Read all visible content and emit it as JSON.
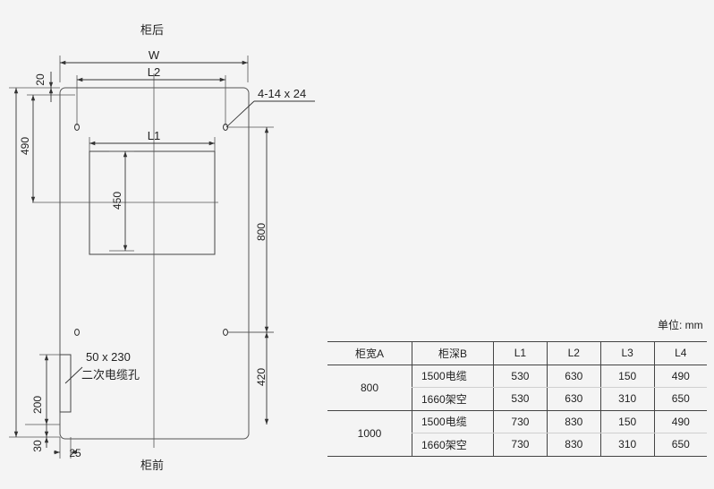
{
  "drawing": {
    "back_label": "柜后",
    "front_label": "柜前",
    "dim_w": "W",
    "dim_l2": "L2",
    "dim_l1": "L1",
    "dim_hole_spec": "4-14 x 24",
    "dim_20": "20",
    "dim_490": "490",
    "dim_450": "450",
    "dim_800": "800",
    "dim_420": "420",
    "dim_200": "200",
    "dim_30": "30",
    "dim_25": "25",
    "cable_hole_size": "50 x 230",
    "cable_hole_label": "二次电缆孔"
  },
  "unit_label": "单位: mm",
  "table": {
    "headers": [
      "柜宽A",
      "柜深B",
      "L1",
      "L2",
      "L3",
      "L4"
    ],
    "groups": [
      {
        "width": "800",
        "rows": [
          {
            "depth": "1500电缆",
            "l1": "530",
            "l2": "630",
            "l3": "150",
            "l4": "490"
          },
          {
            "depth": "1660架空",
            "l1": "530",
            "l2": "630",
            "l3": "310",
            "l4": "650"
          }
        ]
      },
      {
        "width": "1000",
        "rows": [
          {
            "depth": "1500电缆",
            "l1": "730",
            "l2": "830",
            "l3": "150",
            "l4": "490"
          },
          {
            "depth": "1660架空",
            "l1": "730",
            "l2": "830",
            "l3": "310",
            "l4": "650"
          }
        ]
      }
    ]
  }
}
